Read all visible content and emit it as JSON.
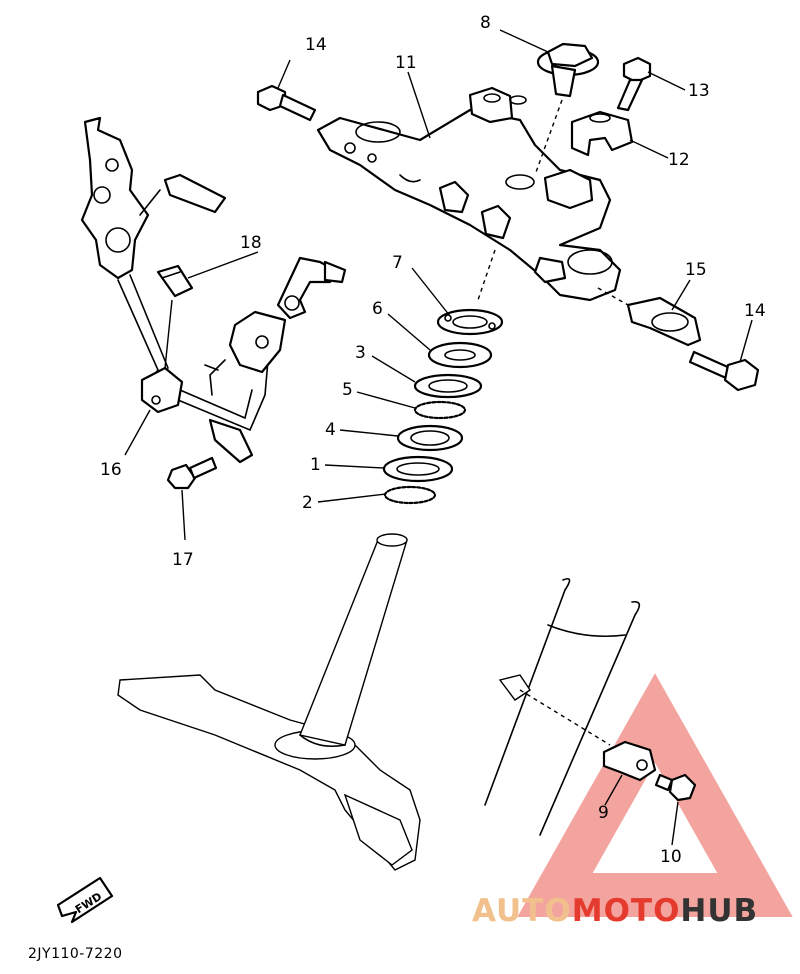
{
  "callouts": {
    "c1": "1",
    "c2": "2",
    "c3": "3",
    "c4": "4",
    "c5": "5",
    "c6": "6",
    "c7": "7",
    "c8": "8",
    "c9": "9",
    "c10": "10",
    "c11": "11",
    "c12": "12",
    "c13": "13",
    "c14a": "14",
    "c14b": "14",
    "c15": "15",
    "c16": "16",
    "c17": "17",
    "c18": "18"
  },
  "diagram_code": "2JY110-7220",
  "fwd_label": "FWD",
  "watermark": {
    "part1": "AUTO",
    "part2": "MOTO",
    "part3": "HUB",
    "colors": {
      "auto": "#f2c08c",
      "moto": "#e53b2f",
      "hub": "#333333",
      "triangle": "#f29a94"
    }
  }
}
